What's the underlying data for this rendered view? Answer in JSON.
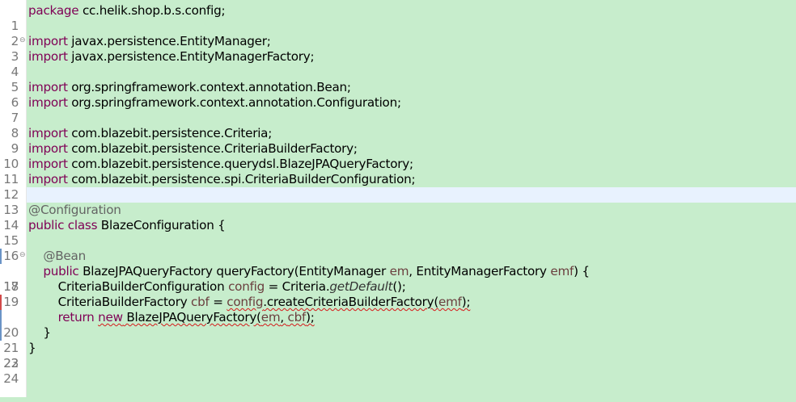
{
  "editor": {
    "line_numbers": [
      "1",
      "2",
      "3",
      "4",
      "5",
      "6",
      "7",
      "8",
      "9",
      "10",
      "11",
      "12",
      "13",
      "14",
      "15",
      "16",
      "17",
      "18",
      "19",
      "20",
      "21",
      "22",
      "23",
      "24"
    ],
    "l1": {
      "kw": "package",
      "rest": " cc.helik.shop.b.s.config;"
    },
    "l3": {
      "kw": "import",
      "rest": " javax.persistence.EntityManager;"
    },
    "l4": {
      "kw": "import",
      "rest": " javax.persistence.EntityManagerFactory;"
    },
    "l6": {
      "kw": "import",
      "rest": " org.springframework.context.annotation.Bean;"
    },
    "l7": {
      "kw": "import",
      "rest": " org.springframework.context.annotation.Configuration;"
    },
    "l9": {
      "kw": "import",
      "rest": " com.blazebit.persistence.Criteria;"
    },
    "l10": {
      "kw": "import",
      "rest": " com.blazebit.persistence.CriteriaBuilderFactory;"
    },
    "l11": {
      "kw": "import",
      "rest": " com.blazebit.persistence.querydsl.BlazeJPAQueryFactory;"
    },
    "l12": {
      "kw": "import",
      "rest": " com.blazebit.persistence.spi.CriteriaBuilderConfiguration;"
    },
    "l14": {
      "ann": "@Configuration"
    },
    "l15": {
      "kw1": "public",
      "kw2": "class",
      "rest": " BlazeConfiguration {"
    },
    "l17": {
      "indent": "    ",
      "ann": "@Bean"
    },
    "l18": {
      "indent": "    ",
      "kw": "public",
      "t1": " BlazeJPAQueryFactory queryFactory(EntityManager ",
      "v1": "em",
      "t2": ", EntityManagerFactory ",
      "v2": "emf",
      "t3": ") {"
    },
    "l19": {
      "indent": "        ",
      "t1": "CriteriaBuilderConfiguration ",
      "v1": "config",
      "t2": " = Criteria.",
      "it": "getDefault",
      "t3": "();"
    },
    "l20": {
      "indent": "        ",
      "t1": "CriteriaBuilderFactory ",
      "v1": "cbf",
      "t2": " = ",
      "v2": "config",
      "t3": ".createCriteriaBuilderFactory(",
      "v3": "emf",
      "t4": ");"
    },
    "l21": {
      "indent": "        ",
      "kw1": "return",
      "sp": " ",
      "kw2": "new",
      "t1": " BlazeJPAQueryFactory(",
      "v1": "em",
      "t2": ", ",
      "v2": "cbf",
      "t3": ");"
    },
    "l22": {
      "indent": "    ",
      "t": "}"
    },
    "l23": {
      "t": "}"
    },
    "fold_glyph": "⊖",
    "colors": {
      "background": "#c7edcc",
      "keyword": "#7f0055",
      "annotation": "#646464",
      "variable": "#6a3e3e",
      "current_line": "#e8f2fe",
      "error_squiggle": "#d61a1a"
    }
  }
}
